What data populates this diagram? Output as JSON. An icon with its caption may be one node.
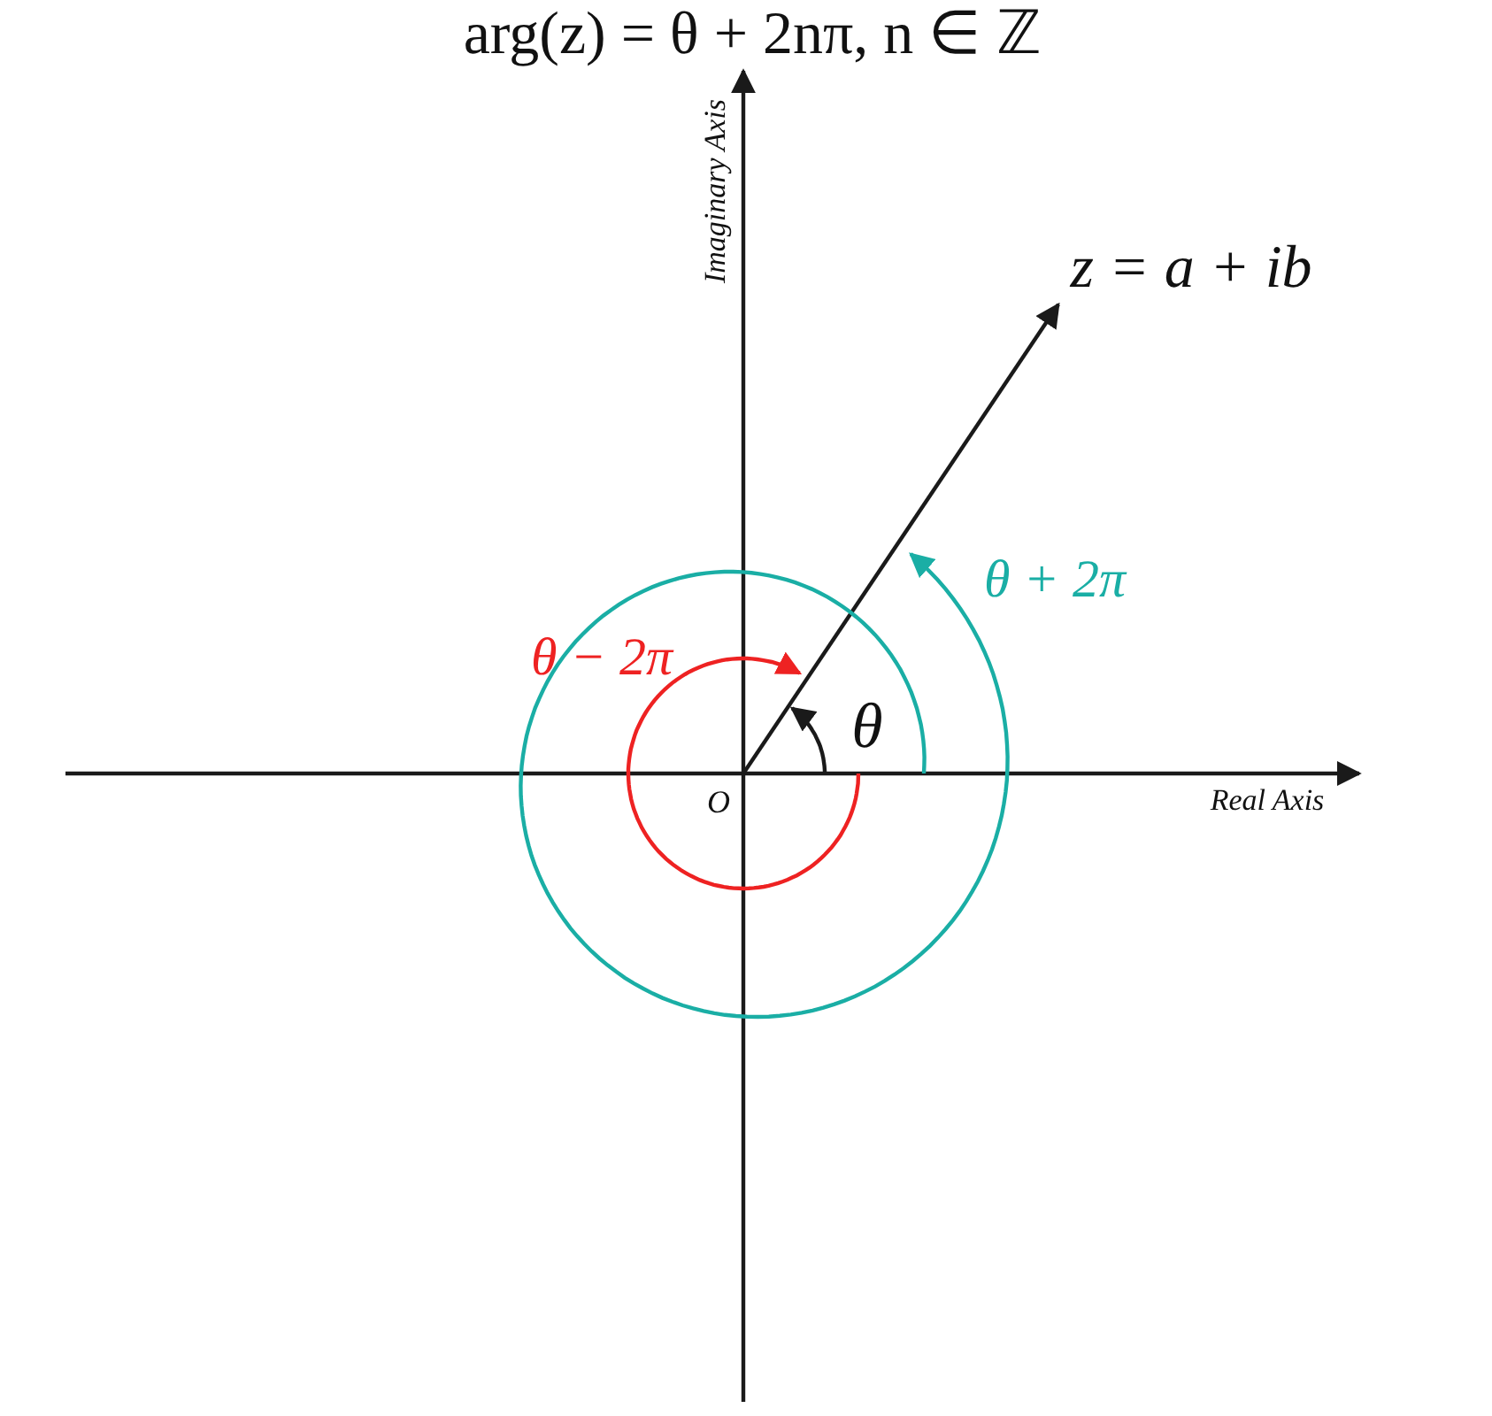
{
  "diagram": {
    "title": "arg(z) = θ + 2nπ, n ∈ ℤ",
    "labels": [
      "Imaginary Axis",
      "z = a + ib",
      "θ + 2π",
      "θ − 2π",
      "θ",
      "O",
      "Real Axis"
    ]
  }
}
